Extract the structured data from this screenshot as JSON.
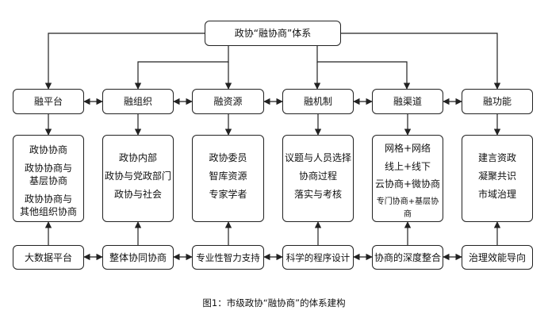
{
  "root": "政协“融协商”体系",
  "pillars": [
    "融平台",
    "融组织",
    "融资源",
    "融机制",
    "融渠道",
    "融功能"
  ],
  "details": [
    [
      "政协协商",
      "政协协商与\n基层协商",
      "政协协商与\n其他组织协商"
    ],
    [
      "政协内部",
      "政协与党政部门",
      "政协与社会"
    ],
    [
      "政协委员",
      "智库资源",
      "专家学者"
    ],
    [
      "议题与人员选择",
      "协商过程",
      "落实与考核"
    ],
    [
      "网格+网络",
      "线上+线下",
      "云协商+微协商",
      "专门协商+基层协商"
    ],
    [
      "建言资政",
      "凝聚共识",
      "市域治理"
    ]
  ],
  "bases": [
    "大数据平台",
    "整体协同协商",
    "专业性智力支持",
    "科学的程序设计",
    "协商的深度整合",
    "治理效能导向"
  ],
  "caption": "图1：市级政协“融协商”的体系建构"
}
